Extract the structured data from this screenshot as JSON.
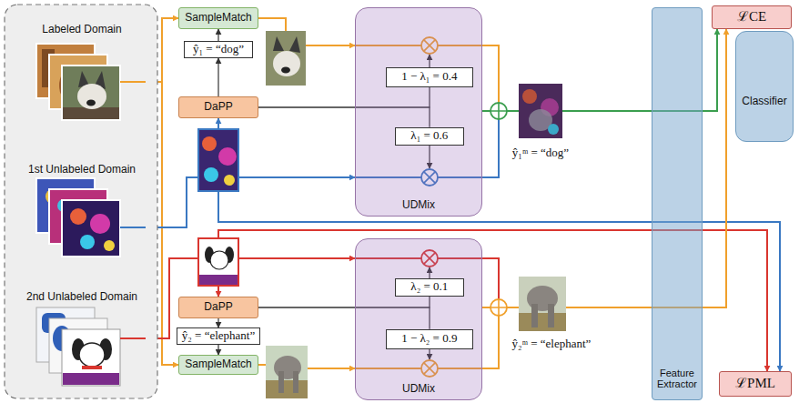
{
  "diagram": {
    "nodes": [
      {
        "text": [
          "Labeled Domain"
        ]
      },
      {
        "text": [
          "1st Unlabeled Domain"
        ]
      },
      {
        "text": [
          "2nd Unlabeled Domain"
        ]
      },
      {
        "text": [
          "SampleMatch"
        ]
      },
      {
        "text": [
          "ŷ₁ = “dog”"
        ]
      },
      {
        "text": [
          "DaPP"
        ]
      },
      {
        "text": [
          "UDMix"
        ]
      },
      {
        "text": [
          "1 − λ₁ = 0.4"
        ],
        "in": 6
      },
      {
        "text": [
          "λ₁ = 0.6"
        ],
        "in": 6
      },
      {
        "text": [
          "DaPP"
        ]
      },
      {
        "text": [
          "ŷ₂ = “elephant”"
        ]
      },
      {
        "text": [
          "SampleMatch"
        ]
      },
      {
        "text": [
          "UDMix"
        ]
      },
      {
        "text": [
          "λ₂ = 0.1"
        ],
        "in": 12
      },
      {
        "text": [
          "1 − λ₂ = 0.9"
        ],
        "in": 12
      },
      {
        "text": [
          "Feature Extractor"
        ]
      },
      {
        "text": [
          "Classifier"
        ]
      },
      {
        "text": [
          "ℒCE"
        ]
      },
      {
        "text": [
          "ℒPML"
        ]
      }
    ],
    "edges": [
      {
        "from": 0,
        "to": 3,
        "arrow": "to"
      },
      {
        "from": 0,
        "to": 11,
        "arrow": "to"
      },
      {
        "from": 4,
        "to": 3,
        "arrow": "to"
      },
      {
        "from": 5,
        "to": 4,
        "arrow": "to"
      },
      {
        "from": 1,
        "to": 5,
        "arrow": "to"
      },
      {
        "from": 1,
        "to": 6,
        "arrow": "to"
      },
      {
        "from": 1,
        "to": 18,
        "arrow": "to"
      },
      {
        "from": 3,
        "to": 6,
        "arrow": "to"
      },
      {
        "from": 5,
        "to": 7,
        "arrow": "none"
      },
      {
        "from": 5,
        "to": 8,
        "arrow": "none"
      },
      {
        "from": 6,
        "to": 17,
        "arrow": "to"
      },
      {
        "from": 2,
        "to": 9,
        "arrow": "to"
      },
      {
        "from": 9,
        "to": 10,
        "arrow": "to"
      },
      {
        "from": 10,
        "to": 11,
        "arrow": "to"
      },
      {
        "from": 2,
        "to": 12,
        "arrow": "to"
      },
      {
        "from": 2,
        "to": 18,
        "arrow": "to"
      },
      {
        "from": 11,
        "to": 12,
        "arrow": "to"
      },
      {
        "from": 9,
        "to": 13,
        "arrow": "none"
      },
      {
        "from": 9,
        "to": 14,
        "arrow": "none"
      },
      {
        "from": 12,
        "to": 17,
        "arrow": "to"
      }
    ],
    "labels": [
      "ŷ₁ᵐ = “dog”",
      "ŷ₂ᵐ = “elephant”"
    ]
  }
}
